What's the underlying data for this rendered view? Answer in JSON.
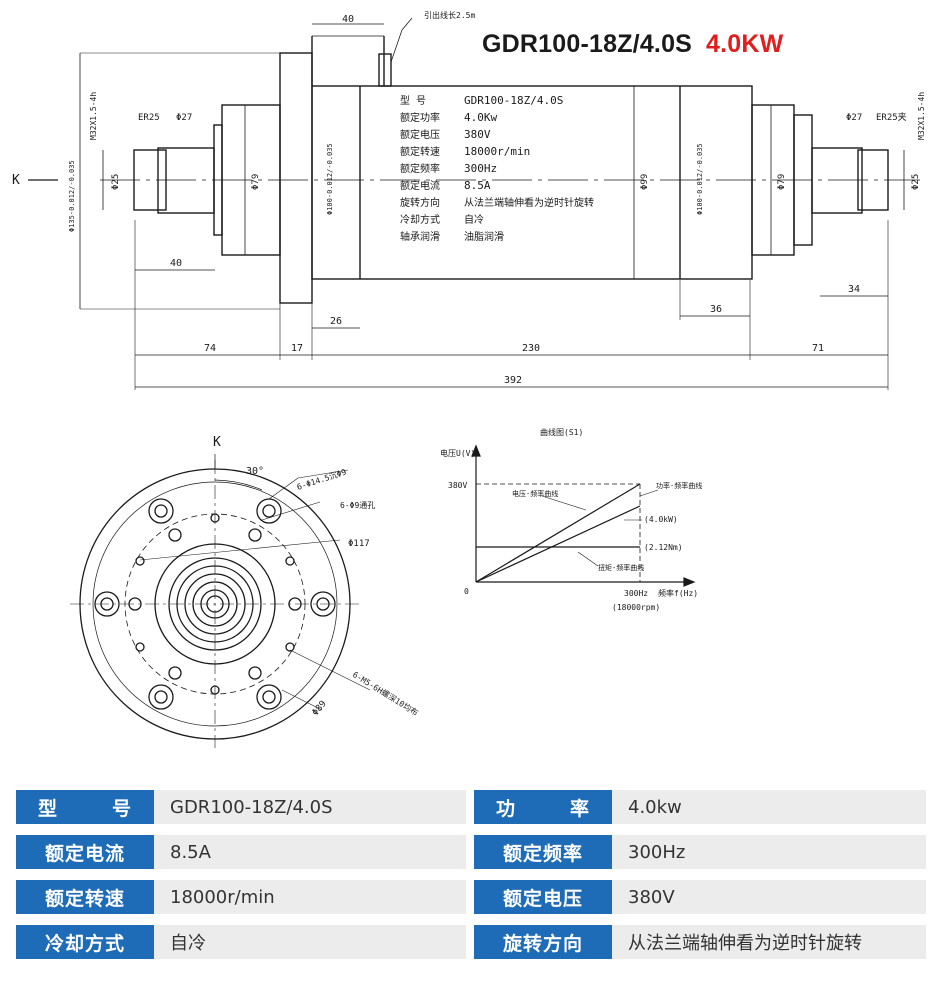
{
  "header": {
    "model": "GDR100-18Z/4.0S",
    "power": "4.0KW"
  },
  "drawing": {
    "cable_note": "引出线长2.5m",
    "view_label": "K",
    "nameplate": [
      {
        "label": "型    号",
        "value": "GDR100-18Z/4.0S"
      },
      {
        "label": "额定功率",
        "value": "4.0Kw"
      },
      {
        "label": "额定电压",
        "value": "380V"
      },
      {
        "label": "额定转速",
        "value": "18000r/min"
      },
      {
        "label": "额定频率",
        "value": "300Hz"
      },
      {
        "label": "额定电流",
        "value": "8.5A"
      },
      {
        "label": "旋转方向",
        "value": "从法兰端轴伸看为逆时针旋转"
      },
      {
        "label": "冷却方式",
        "value": "自冷"
      },
      {
        "label": "轴承润滑",
        "value": "油脂润滑"
      }
    ],
    "dims": {
      "d40_top": "40",
      "d40_left": "40",
      "d26": "26",
      "d36": "36",
      "d34": "34",
      "d74": "74",
      "d17": "17",
      "d230": "230",
      "d71": "71",
      "d392": "392",
      "er25_left": "ER25",
      "phi27_left": "Φ27",
      "phi27_right": "Φ27",
      "er25_right": "ER25夹",
      "phi25_left": "Φ25",
      "phi25_right": "Φ25",
      "phi79_left": "Φ79",
      "phi79_right": "Φ79",
      "phi99": "Φ99",
      "phi100_left": "Φ100-0.012/-0.035",
      "phi100_right": "Φ100-0.012/-0.035",
      "phi135": "Φ135-0.012/-0.035",
      "m32_left": "M32X1.5-4h",
      "m32_right": "M32X1.5-4h"
    },
    "flange": {
      "angle": "30°",
      "holes_a": "6-Φ14.5沉Φ9",
      "holes_b": "6-Φ9通孔",
      "phi117": "Φ117",
      "threads": "6-M5-6H螺深10均布",
      "phi89": "Φ89"
    },
    "curve": {
      "title": "曲线图(S1)",
      "ylabel": "电压U(V)",
      "y380": "380V",
      "origin": "0",
      "x300": "300Hz",
      "x_rpm": "(18000rpm)",
      "xlabel": "频率f(Hz)",
      "line_voltage": "电压-频率曲线",
      "line_power": "功率-频率曲线",
      "line_torque": "扭矩-频率曲线",
      "power_val": "(4.0kW)",
      "torque_val": "(2.12Nm)"
    }
  },
  "specs": [
    {
      "k1": "型号",
      "v1": "GDR100-18Z/4.0S",
      "k2": "功率",
      "v2": "4.0kw"
    },
    {
      "k1": "额定电流",
      "v1": "8.5A",
      "k2": "额定频率",
      "v2": "300Hz"
    },
    {
      "k1": "额定转速",
      "v1": "18000r/min",
      "k2": "额定电压",
      "v2": "380V"
    },
    {
      "k1": "冷却方式",
      "v1": "自冷",
      "k2": "旋转方向",
      "v2": "从法兰端轴伸看为逆时针旋转"
    }
  ]
}
